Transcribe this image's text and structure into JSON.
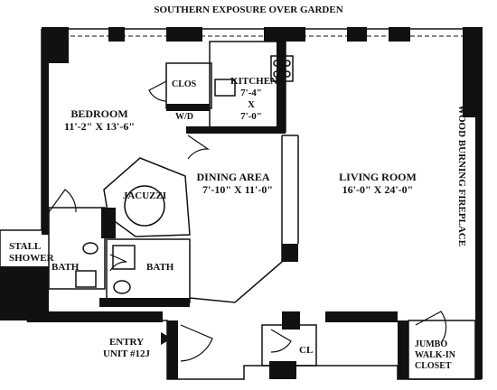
{
  "header": {
    "exposure": "SOUTHERN EXPOSURE OVER GARDEN"
  },
  "rooms": {
    "bedroom": {
      "name": "BEDROOM",
      "dims": "11'-2\" X 13'-6\""
    },
    "closet": {
      "name": "CLOS"
    },
    "washer_dryer": {
      "name": "W/D"
    },
    "kitchen": {
      "name": "KITCHEN",
      "width": "7'-4\"",
      "x": "X",
      "length": "7'-0\""
    },
    "dining": {
      "name": "DINING AREA",
      "dims": "7'-10\" X 11'-0\""
    },
    "living": {
      "name": "LIVING ROOM",
      "dims": "16'-0\" X 24'-0\""
    },
    "fireplace": {
      "name": "WOOD BURNING FIREPLACE"
    },
    "jacuzzi": {
      "name": "JACUZZI"
    },
    "stall_shower": {
      "line1": "STALL",
      "line2": "SHOWER"
    },
    "bath1": {
      "name": "BATH"
    },
    "bath2": {
      "name": "BATH"
    },
    "cl": {
      "name": "CL"
    },
    "jumbo_closet": {
      "line1": "JUMBO",
      "line2": "WALK-IN",
      "line3": "CLOSET"
    }
  },
  "entry": {
    "line1": "ENTRY",
    "line2": "UNIT #12J"
  },
  "colors": {
    "wall": "#111111",
    "background": "#ffffff"
  }
}
